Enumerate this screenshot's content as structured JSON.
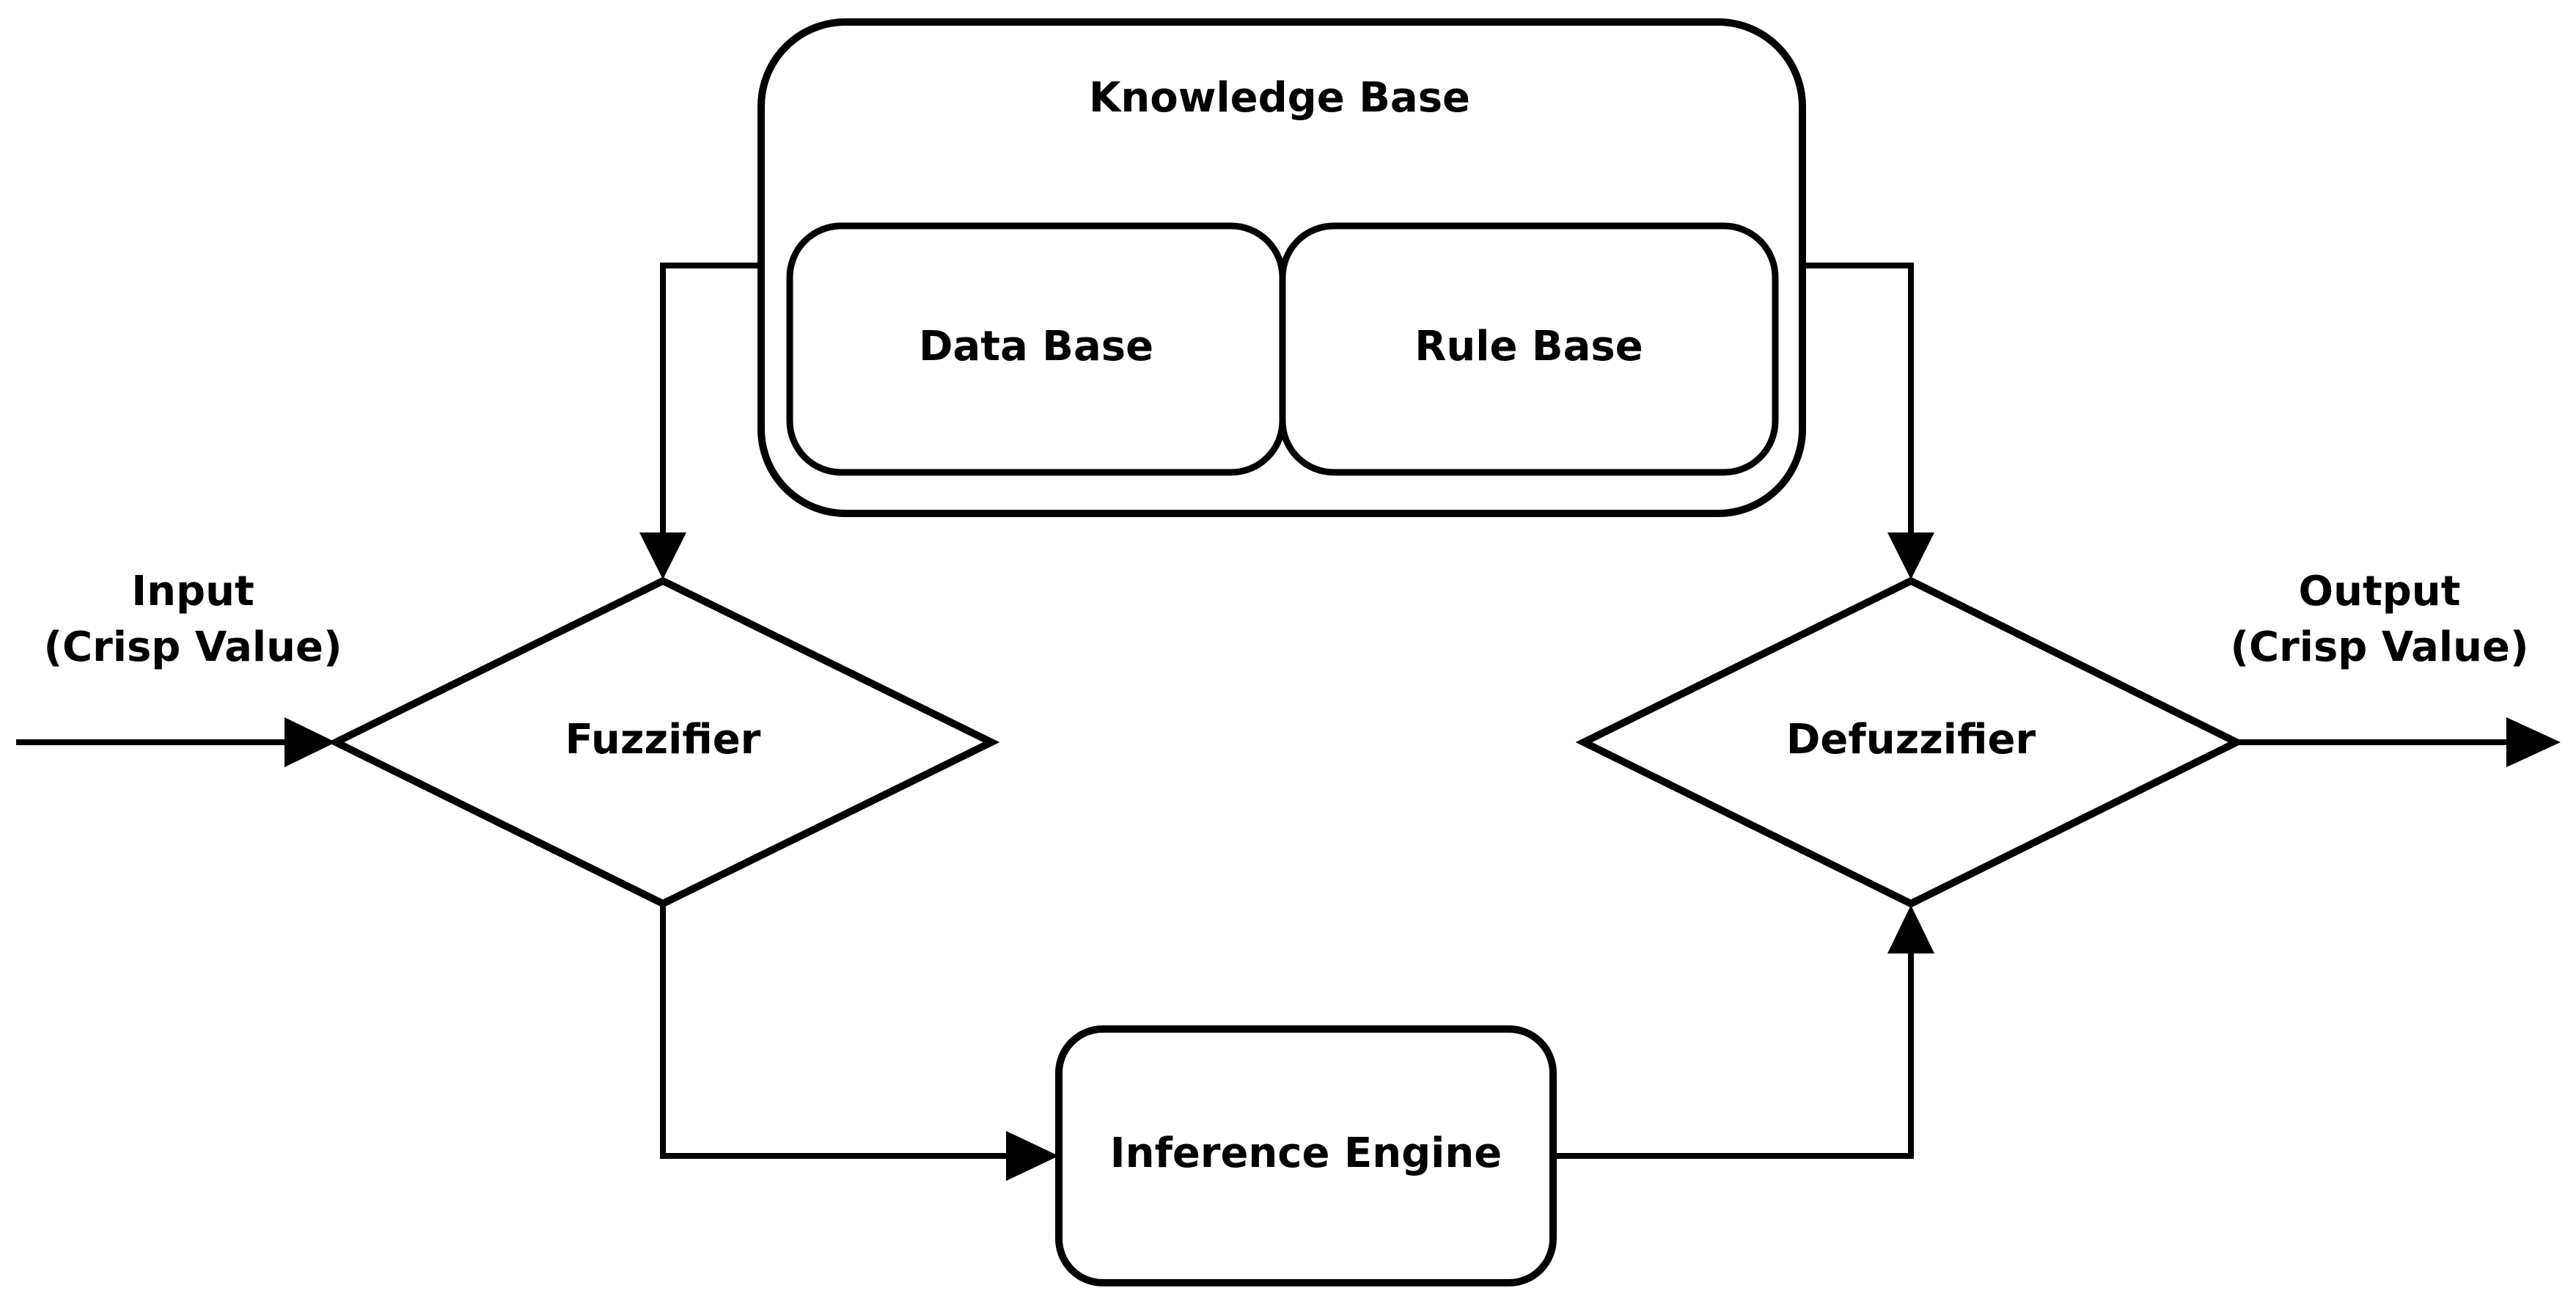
{
  "diagram": {
    "knowledge_base": {
      "title": "Knowledge Base",
      "data_base": "Data Base",
      "rule_base": "Rule Base"
    },
    "input": {
      "line1": "Input",
      "line2": "(Crisp Value)"
    },
    "output": {
      "line1": "Output",
      "line2": "(Crisp Value)"
    },
    "fuzzifier": "Fuzzifier",
    "defuzzifier": "Defuzzifier",
    "inference_engine": "Inference Engine"
  },
  "colors": {
    "stroke": "#000000",
    "background": "#ffffff"
  }
}
